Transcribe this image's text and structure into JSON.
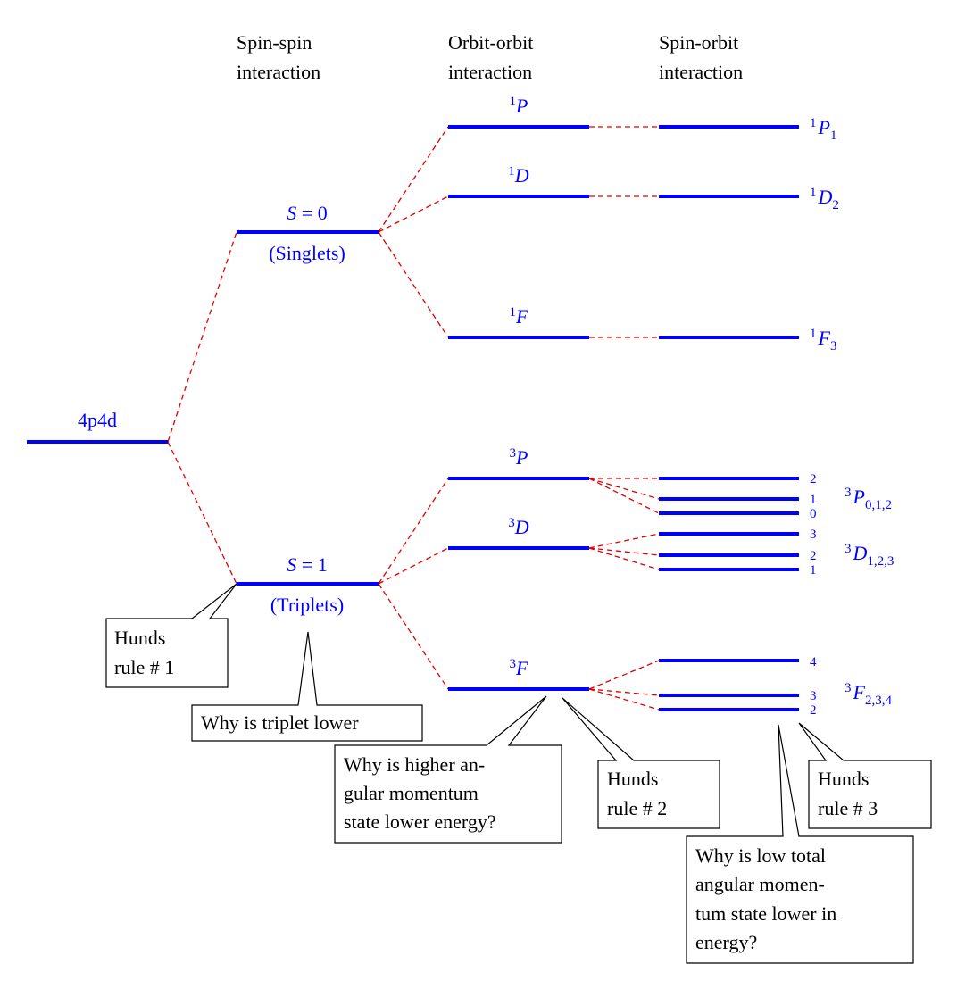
{
  "headers": {
    "spin_spin": [
      "Spin-spin",
      "interaction"
    ],
    "orbit_orbit": [
      "Orbit-orbit",
      "interaction"
    ],
    "spin_orbit": [
      "Spin-orbit",
      "interaction"
    ]
  },
  "config_label": "4p4d",
  "singlet": {
    "label_var": "S",
    "label_eq": " = 0",
    "sublabel": "(Singlets)",
    "terms": [
      {
        "sup": "1",
        "L": "P",
        "final_sub": "1"
      },
      {
        "sup": "1",
        "L": "D",
        "final_sub": "2"
      },
      {
        "sup": "1",
        "L": "F",
        "final_sub": "3"
      }
    ]
  },
  "triplet": {
    "label_var": "S",
    "label_eq": " = 1",
    "sublabel": "(Triplets)",
    "terms": [
      {
        "sup": "3",
        "L": "P",
        "final_sub": "0,1,2",
        "j_values": [
          "2",
          "1",
          "0"
        ]
      },
      {
        "sup": "3",
        "L": "D",
        "final_sub": "1,2,3",
        "j_values": [
          "3",
          "2",
          "1"
        ]
      },
      {
        "sup": "3",
        "L": "F",
        "final_sub": "2,3,4",
        "j_values": [
          "4",
          "3",
          "2"
        ]
      }
    ]
  },
  "callouts": {
    "hunds1": [
      "Hunds",
      "rule # 1"
    ],
    "triplet_lower": [
      "Why is triplet lower"
    ],
    "higher_L": [
      "Why is higher an-",
      "gular momentum",
      "state lower energy?"
    ],
    "hunds2": [
      "Hunds",
      "rule # 2"
    ],
    "hunds3": [
      "Hunds",
      "rule # 3"
    ],
    "low_J": [
      "Why is low total",
      "angular momen-",
      "tum state lower in",
      "energy?"
    ]
  },
  "colors": {
    "levels": "#0000ff",
    "connectors": "#e00000",
    "text": "#000000"
  }
}
